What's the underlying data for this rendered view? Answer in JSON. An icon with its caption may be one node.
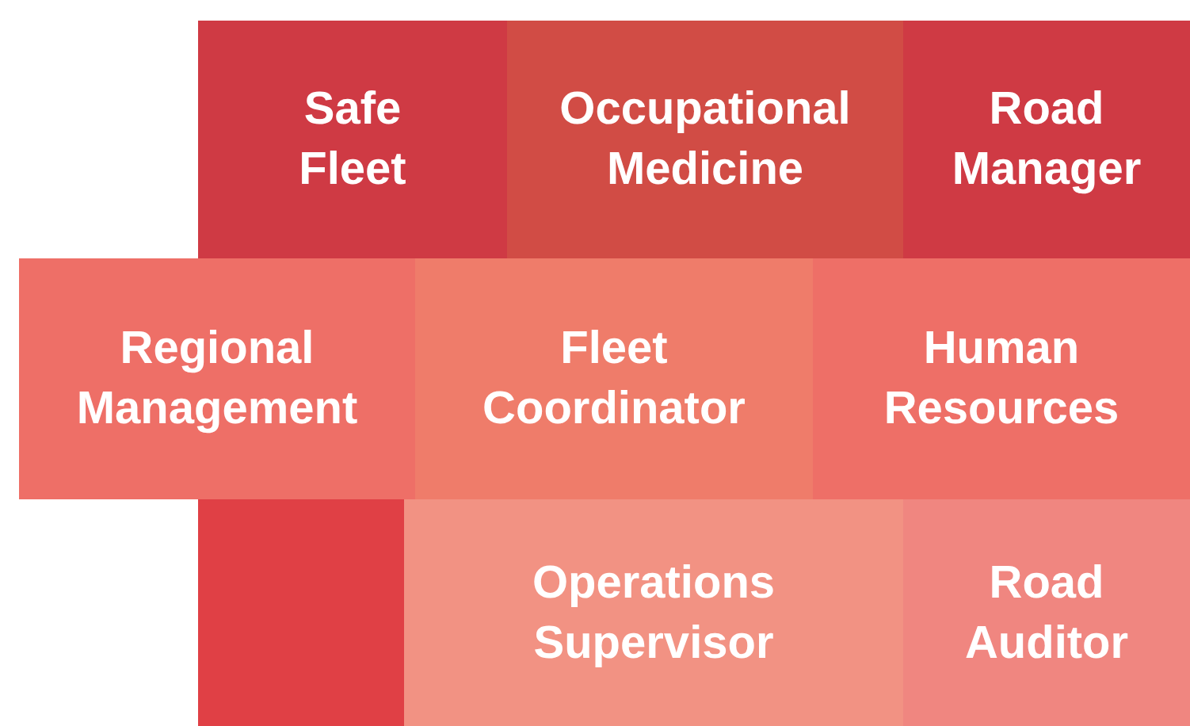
{
  "diagram": {
    "nodes": [
      {
        "text": [
          "Safe Fleet"
        ]
      },
      {
        "text": [
          "Occupational Medicine"
        ]
      },
      {
        "text": [
          "Road Manager"
        ]
      },
      {
        "text": [
          "Regional Management"
        ]
      },
      {
        "text": [
          "Fleet Coordinator"
        ]
      },
      {
        "text": [
          "Human Resources"
        ]
      },
      {
        "text": [],
        "shape": "box"
      },
      {
        "text": [
          "Operations Supervisor"
        ]
      },
      {
        "text": [
          "Road Auditor"
        ]
      }
    ]
  }
}
